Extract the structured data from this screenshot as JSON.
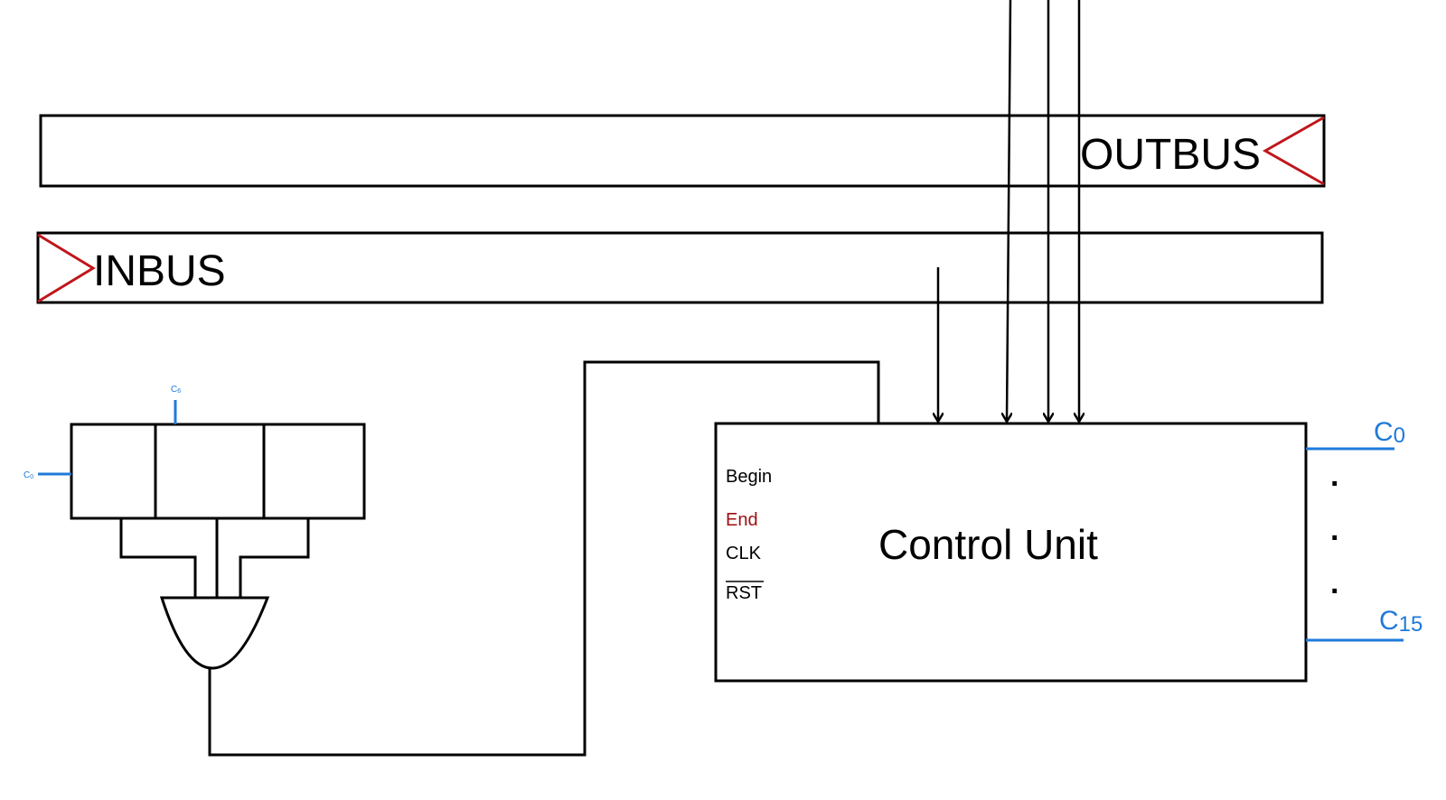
{
  "colors": {
    "stroke": "#000000",
    "bus_arrow": "#c0161b",
    "signal": "#1f7ad8",
    "end_label": "#a01010"
  },
  "outbus": {
    "label": "OUTBUS"
  },
  "inbus": {
    "label": "INBUS"
  },
  "control_unit": {
    "label": "Control Unit",
    "pins": {
      "begin": "Begin",
      "end": "End",
      "clk": "CLK",
      "rst": "RST"
    },
    "outputs": {
      "first_base": "C",
      "first_sub": "0",
      "last_base": "C",
      "last_sub": "15",
      "ellipsis": "·"
    }
  },
  "counter": {
    "top_signal_base": "C",
    "top_signal_sub": "6",
    "left_signal_base": "C",
    "left_signal_sub": "0"
  }
}
